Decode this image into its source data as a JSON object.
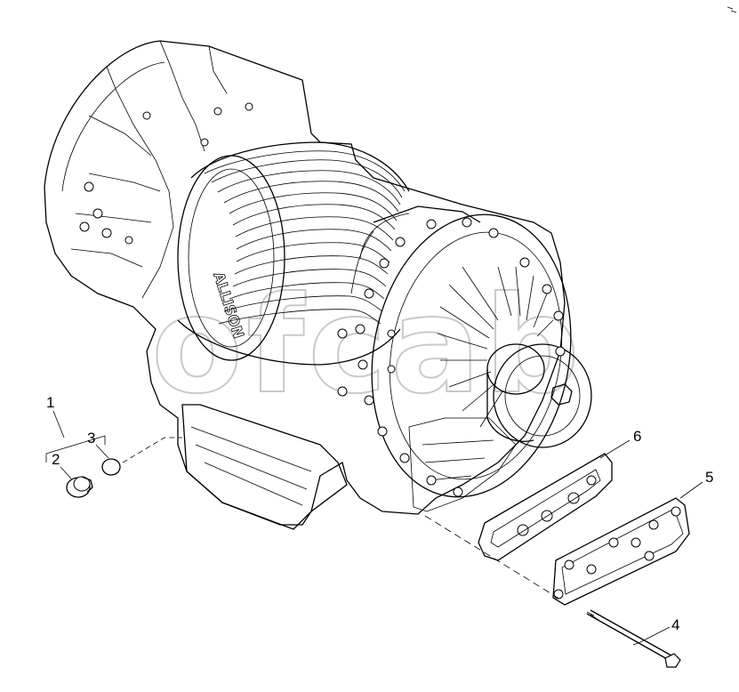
{
  "diagram": {
    "callouts": [
      {
        "id": "1",
        "label": "1"
      },
      {
        "id": "2",
        "label": "2"
      },
      {
        "id": "3",
        "label": "3"
      },
      {
        "id": "4",
        "label": "4"
      },
      {
        "id": "5",
        "label": "5"
      },
      {
        "id": "6",
        "label": "6"
      }
    ],
    "housing_lettering": "ALLISON",
    "watermark_text": "ofcab"
  }
}
